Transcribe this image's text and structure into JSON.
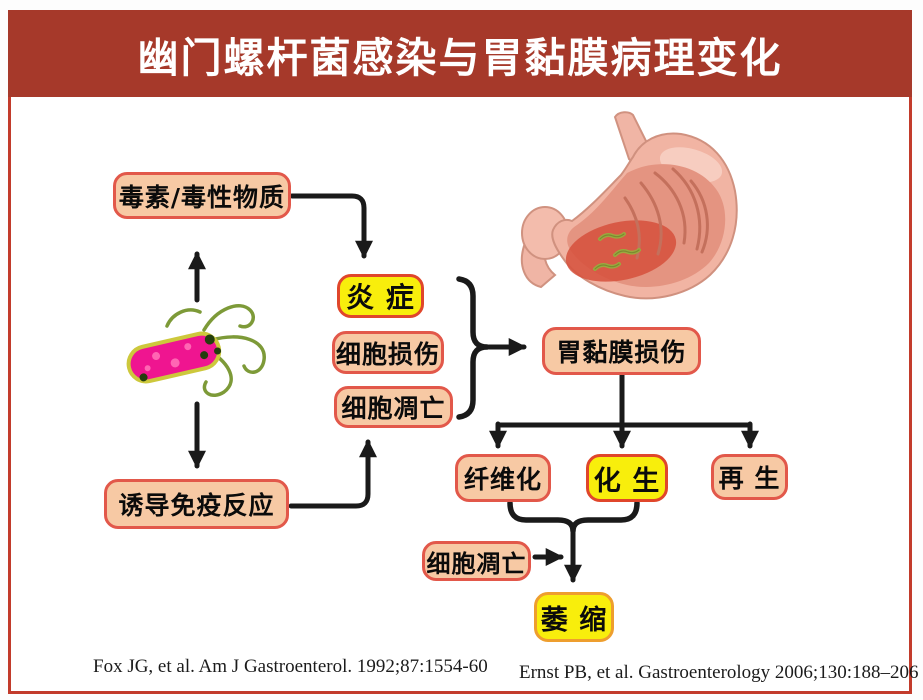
{
  "title": "幽门螺杆菌感染与胃黏膜病理变化",
  "colors": {
    "title_bg": "#a6392a",
    "frame_border": "#c23b2b",
    "peach_fill": "#f7c9a4",
    "peach_border": "#e2584a",
    "yellow_fill": "#f8ee0c",
    "yellow_border": "#e0462b",
    "atrophy_border": "#ee9e2e",
    "arrow": "#1a1a1a"
  },
  "nodes": {
    "toxin": {
      "label": "毒素/毒性物质"
    },
    "inflammation": {
      "label": "炎 症"
    },
    "cell_damage": {
      "label": "细胞损伤"
    },
    "apoptosis1": {
      "label": "细胞凋亡"
    },
    "immune": {
      "label": "诱导免疫反应"
    },
    "mucosa_damage": {
      "label": "胃黏膜损伤"
    },
    "fibrosis": {
      "label": "纤维化"
    },
    "metaplasia": {
      "label": "化 生"
    },
    "regeneration": {
      "label": "再 生"
    },
    "apoptosis2": {
      "label": "细胞凋亡"
    },
    "atrophy": {
      "label": "萎 缩"
    }
  },
  "illustrations": {
    "bacteria": "h-pylori-bacterium",
    "stomach": "stomach-with-h-pylori-colonization"
  },
  "citations": {
    "left": "Fox JG, et al. Am J Gastroenterol. 1992;87:1554-60",
    "right": "Ernst PB, et al. Gastroenterology 2006;130:188–206"
  }
}
